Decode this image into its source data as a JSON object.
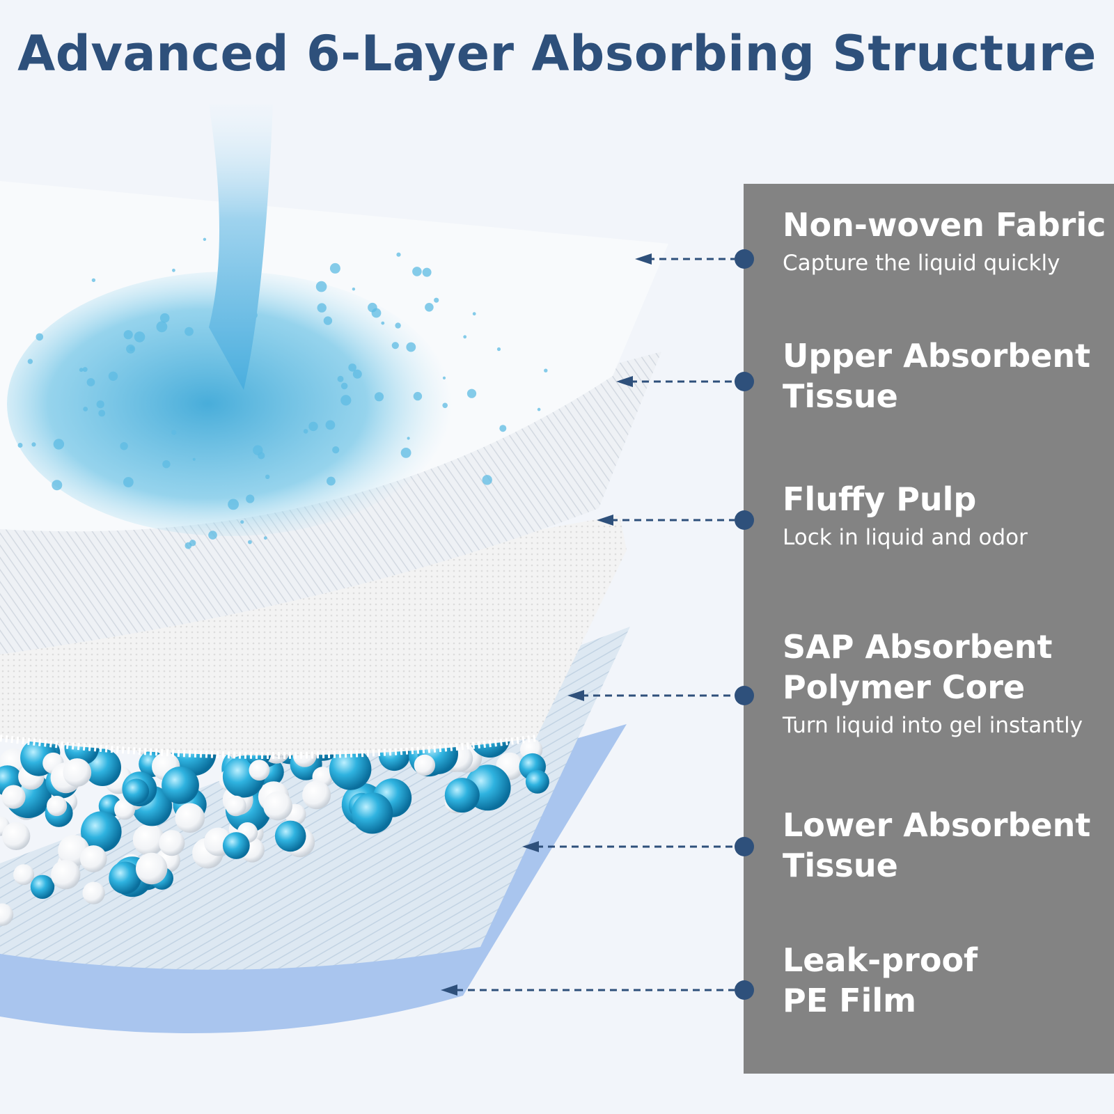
{
  "title": "Advanced 6-Layer Absorbing Structure",
  "colors": {
    "accent": "#2e507b",
    "panel": "#838383",
    "background": "#f2f5fa",
    "water": "#4fb3dd",
    "film": "#a9c5ee"
  },
  "layers": [
    {
      "title": "Non-woven Fabric",
      "desc": "Capture the liquid quickly"
    },
    {
      "title": "Upper Absorbent\nTissue",
      "desc": ""
    },
    {
      "title": "Fluffy Pulp",
      "desc": "Lock in liquid and odor"
    },
    {
      "title": "SAP Absorbent\nPolymer Core",
      "desc": "Turn liquid into gel instantly"
    },
    {
      "title": "Lower Absorbent\nTissue",
      "desc": ""
    },
    {
      "title": "Leak-proof\nPE Film",
      "desc": ""
    }
  ]
}
